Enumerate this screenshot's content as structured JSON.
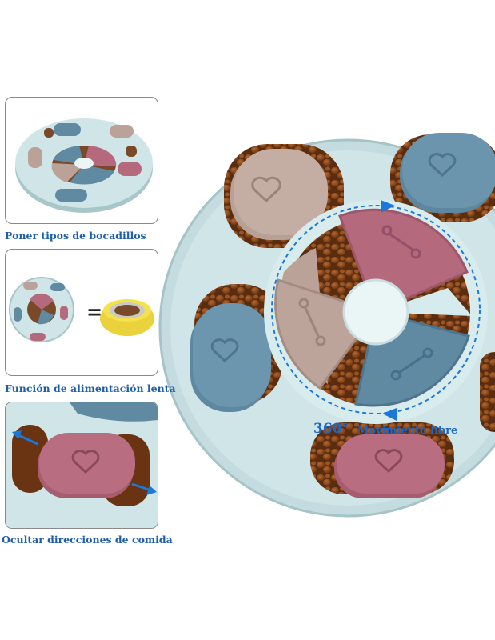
{
  "panels": [
    {
      "caption": "Poner tipos de bocadillos"
    },
    {
      "caption": "Función de alimentación lenta",
      "equals_sign": "="
    },
    {
      "caption": "Ocultar direcciones de comida"
    }
  ],
  "main": {
    "degree_label": "360°",
    "movement_label": "Movimiento libre"
  },
  "colors": {
    "tray": "#c9e0e3",
    "tray_edge": "#a9c8cc",
    "blue_lid": "#5f89a3",
    "pink_lid": "#b3697c",
    "tan_lid": "#b8a094",
    "kibble": "#8a4a1e",
    "caption": "#1f5fa8",
    "arrow": "#1b78d8"
  }
}
